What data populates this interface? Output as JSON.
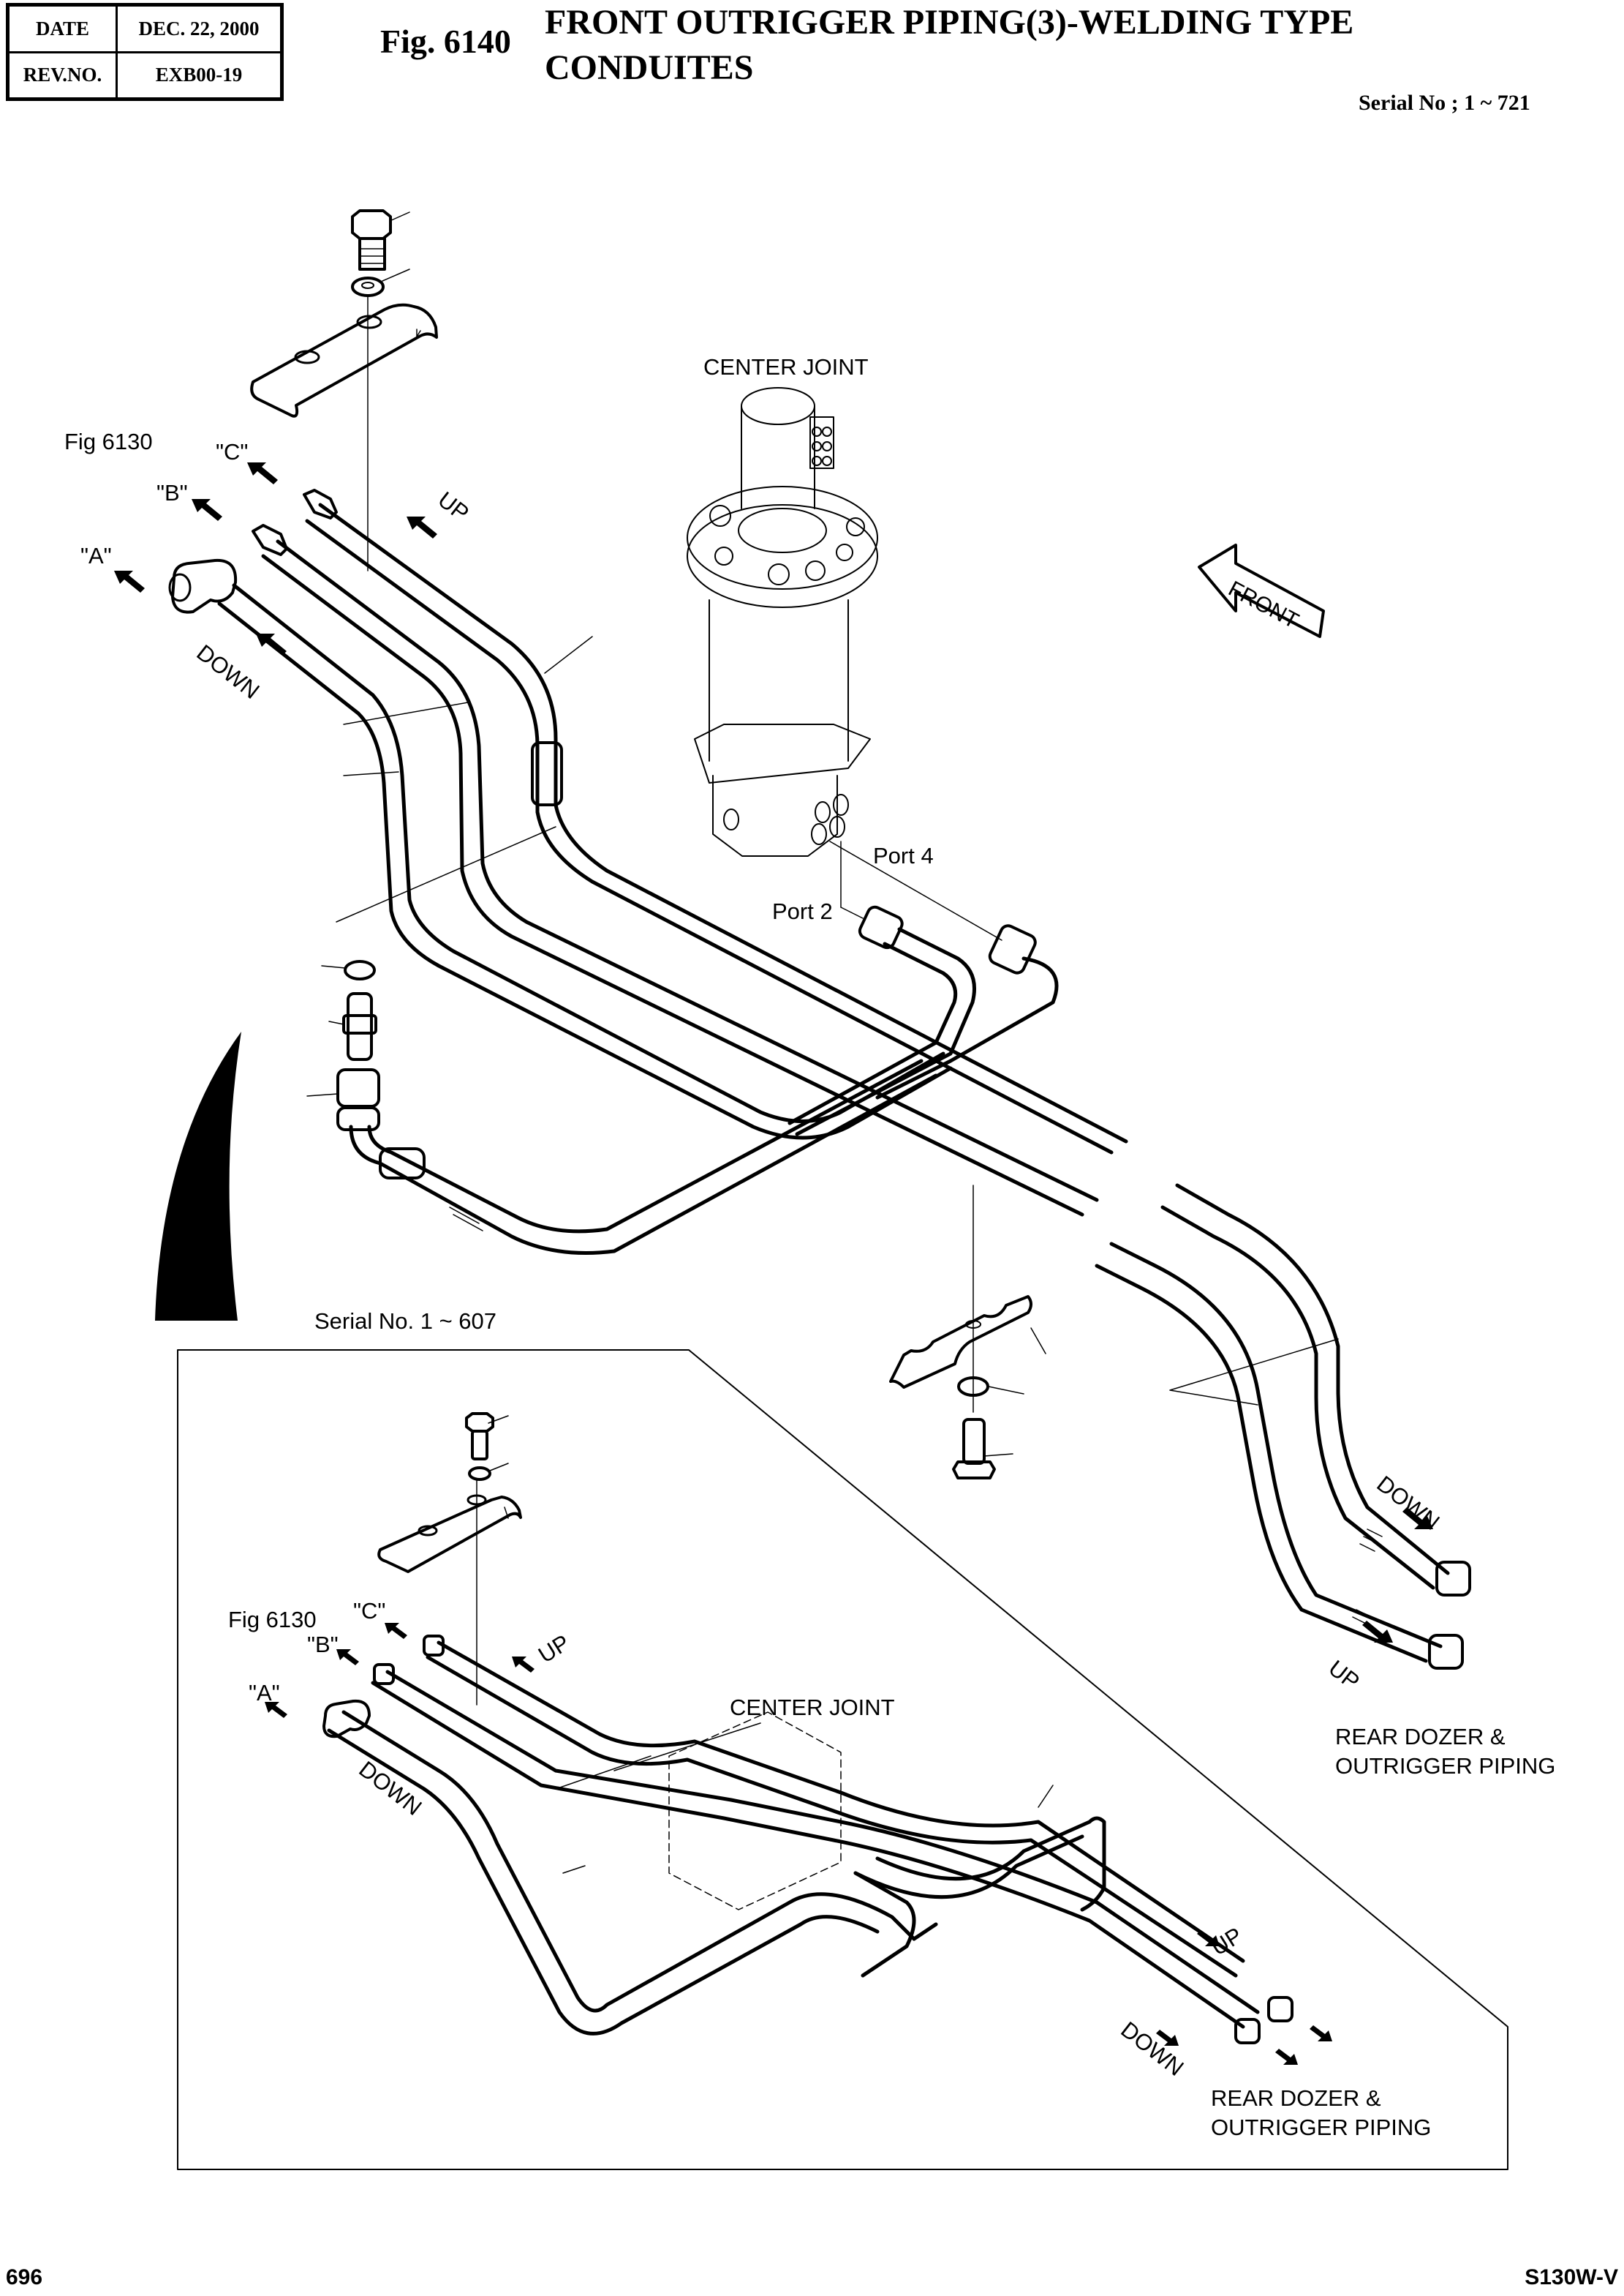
{
  "header": {
    "date_label": "DATE",
    "date_value": "DEC. 22, 2000",
    "rev_label": "REV.NO.",
    "rev_value": "EXB00-19",
    "figure_number": "Fig. 6140",
    "title_line1": "FRONT OUTRIGGER PIPING(3)-WELDING TYPE",
    "title_line2": "CONDUITES",
    "serial_range": "Serial No ; 1 ~ 721"
  },
  "main_view": {
    "center_joint_label": "CENTER JOINT",
    "front_arrow_label": "FRONT",
    "ref_figure": "Fig 6130",
    "port_labels": {
      "a": "\"A\"",
      "b": "\"B\"",
      "c": "\"C\""
    },
    "flow_up": "UP",
    "flow_down": "DOWN",
    "port4": "Port 4",
    "port2": "Port 2",
    "rear_flow_down": "DOWN",
    "rear_flow_up": "UP",
    "rear_dest_line1": "REAR DOZER &",
    "rear_dest_line2": "OUTRIGGER PIPING"
  },
  "inset_view": {
    "serial_range": "Serial No. 1 ~ 607",
    "ref_figure": "Fig 6130",
    "port_labels": {
      "a": "\"A\"",
      "b": "\"B\"",
      "c": "\"C\""
    },
    "flow_up": "UP",
    "flow_down": "DOWN",
    "center_joint_label": "CENTER JOINT",
    "rear_flow_up": "UP",
    "rear_flow_down": "DOWN",
    "rear_dest_line1": "REAR DOZER &",
    "rear_dest_line2": "OUTRIGGER PIPING"
  },
  "footer": {
    "page_number": "696",
    "model": "S130W-V"
  }
}
